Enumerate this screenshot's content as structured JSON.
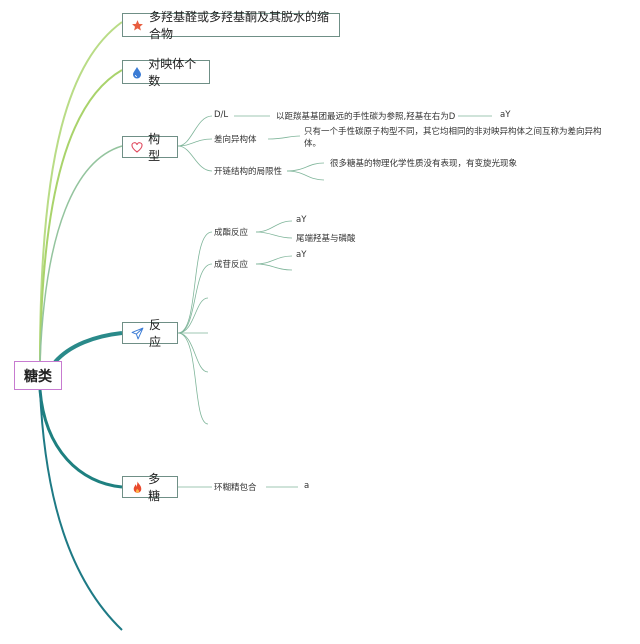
{
  "root": {
    "label": "糖类"
  },
  "branches": {
    "def": {
      "label": "多羟基醛或多羟基酮及其脱水的缩合物",
      "icon": "star-icon"
    },
    "enantiomer": {
      "label": "对映体个数",
      "icon": "water-drop-icon"
    },
    "config": {
      "label": "构型",
      "icon": "heart-icon",
      "items": [
        {
          "label": "D/L",
          "detail": "以距羰基基团最远的手性碳为参照,羟基在右为D",
          "extra": "aY"
        },
        {
          "label": "差向异构体",
          "detail": "只有一个手性碳原子构型不同，其它均相同的非对映异构体之间互称为差向异构体。"
        },
        {
          "label": "开链结构的局限性",
          "detail": "很多糖基的物理化学性质没有表现，有变旋光现象"
        }
      ]
    },
    "reaction": {
      "label": "反应",
      "icon": "send-icon",
      "items": [
        {
          "label": "成酯反应",
          "details": [
            "aY",
            "尾端羟基与磷酸"
          ]
        },
        {
          "label": "成苷反应",
          "details": [
            "aY"
          ]
        }
      ]
    },
    "polysaccharide": {
      "label": "多糖",
      "icon": "fire-icon",
      "items": [
        {
          "label": "环糊精包合",
          "detail": "a"
        }
      ]
    }
  },
  "colors": {
    "upper_link": "#a9d36b",
    "mid_link": "#7fb59a",
    "lower_link": "#1e8080",
    "star": "#e85d3f",
    "drop": "#3a7bd5",
    "heart": "#e04a5f",
    "fire": "#e94a2d"
  }
}
